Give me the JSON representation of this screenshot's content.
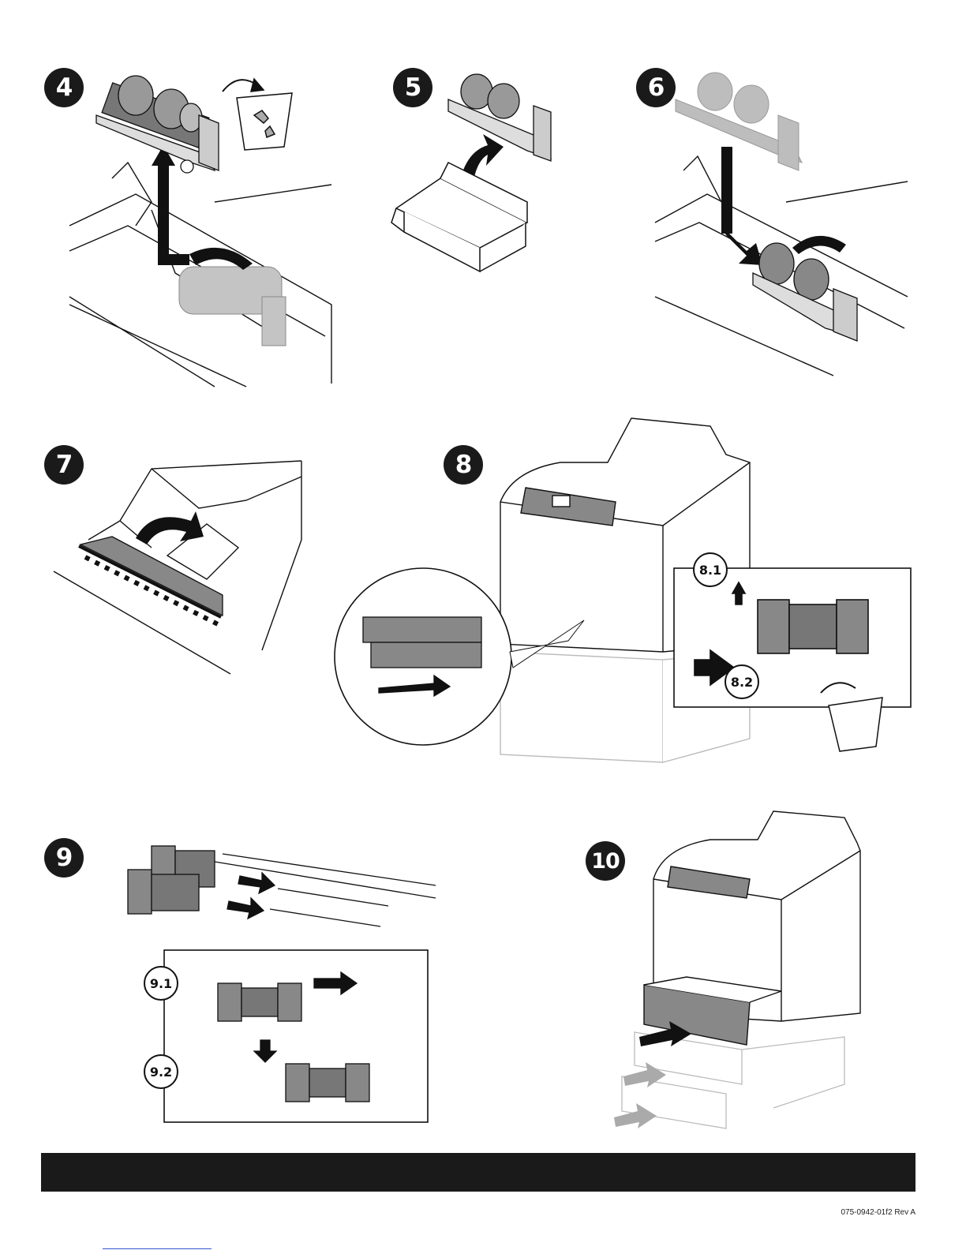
{
  "steps": [
    {
      "number": "4"
    },
    {
      "number": "5"
    },
    {
      "number": "6"
    },
    {
      "number": "7"
    },
    {
      "number": "8",
      "substeps": [
        "8.1",
        "8.2"
      ]
    },
    {
      "number": "9",
      "substeps": [
        "9.1",
        "9.2"
      ]
    },
    {
      "number": "10"
    }
  ],
  "footer": {
    "doc_number": "075-0942-01f2 Rev A"
  },
  "colors": {
    "badge": "#1a1a1a",
    "footer_bar": "#1a1a1a",
    "roller_gray": "#8a8a8a",
    "ghost_gray": "#c4c4c4",
    "link_blue": "#3355cc"
  },
  "icons": [
    "recycle-bin-icon",
    "cardboard-box-icon",
    "arrow-icon"
  ]
}
